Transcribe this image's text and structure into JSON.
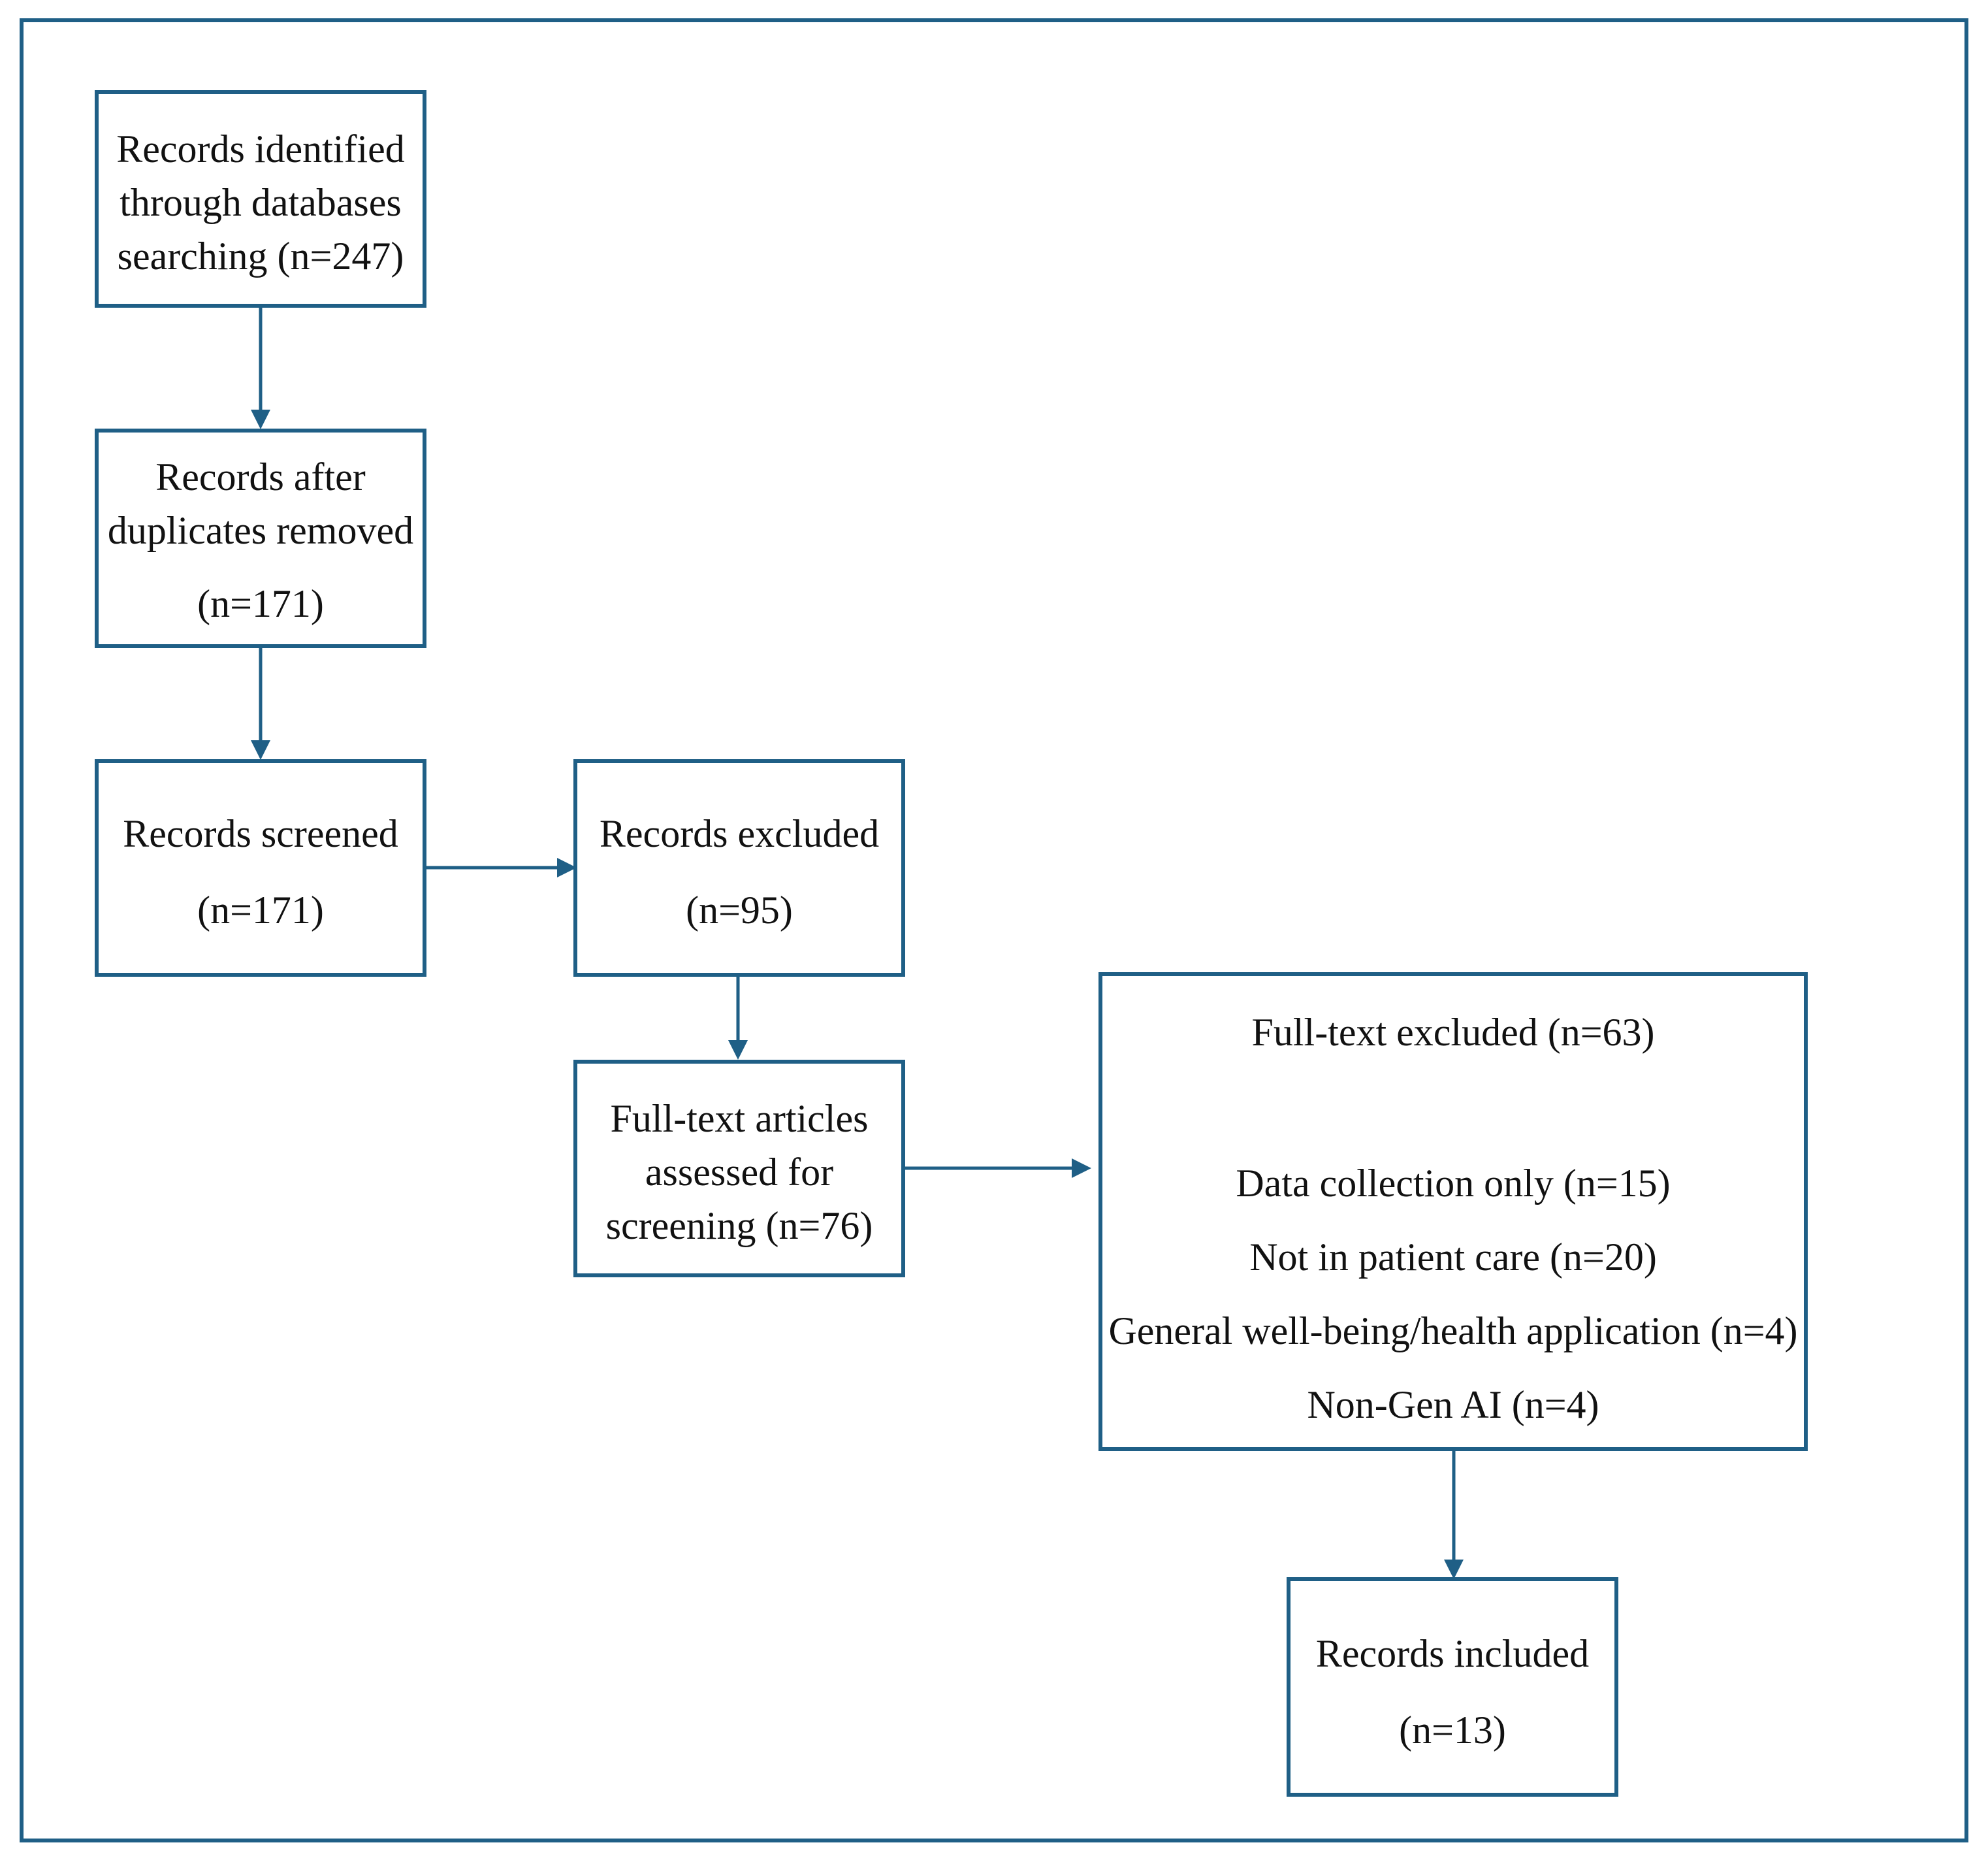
{
  "colors": {
    "stroke": "#1f5f86",
    "text": "#111111",
    "background": "#ffffff"
  },
  "boxes": {
    "identified": {
      "lines": [
        "Records identified",
        "through databases",
        "searching (n=247)"
      ]
    },
    "deduplicated": {
      "lines": [
        "Records after",
        "duplicates removed",
        "(n=171)"
      ]
    },
    "screened": {
      "lines": [
        "Records screened",
        "(n=171)"
      ]
    },
    "excluded": {
      "lines": [
        "Records excluded",
        "(n=95)"
      ]
    },
    "fulltext_assessed": {
      "lines": [
        "Full-text articles",
        "assessed for",
        "screening (n=76)"
      ]
    },
    "fulltext_excluded": {
      "title": "Full-text excluded (n=63)",
      "reasons": [
        "Data collection only (n=15)",
        "Not in patient care (n=20)",
        "General well-being/health application (n=4)",
        "Non-Gen AI (n=4)"
      ]
    },
    "included": {
      "lines": [
        "Records included",
        "(n=13)"
      ]
    }
  }
}
